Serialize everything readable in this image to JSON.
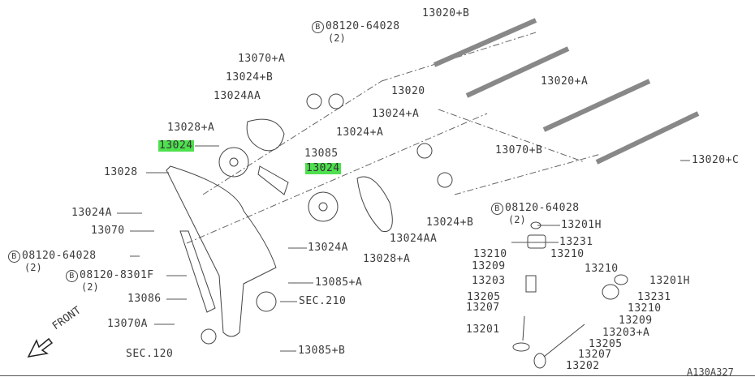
{
  "labels": {
    "l_08120_64028_top": "08120-64028",
    "q_top": "(2)",
    "l_13020_b": "13020+B",
    "l_13070_a": "13070+A",
    "l_13024_b_top": "13024+B",
    "l_13024aa_top": "13024AA",
    "l_13020": "13020",
    "l_13024_a_top": "13024+A",
    "l_13020_a": "13020+A",
    "l_13028_a_top": "13028+A",
    "l_13024_hl1": "13024",
    "l_13024_a_mid": "13024+A",
    "l_13070_b": "13070+B",
    "l_13085": "13085",
    "l_13024_hl2": "13024",
    "l_13020_c": "13020+C",
    "l_13028": "13028",
    "l_08120_64028_right": "08120-64028",
    "q_right": "(2)",
    "l_13024a_left": "13024A",
    "l_13024_b_mid": "13024+B",
    "l_13201h_1": "13201H",
    "l_13070": "13070",
    "l_13024aa_mid": "13024AA",
    "l_13231_1": "13231",
    "l_08120_64028_left": "08120-64028",
    "q_left": "(2)",
    "l_13210_1": "13210",
    "l_13210_2": "13210",
    "l_13024a_mid": "13024A",
    "l_13028_a_mid": "13028+A",
    "l_13209_1": "13209",
    "l_08120_8301f": "08120-8301F",
    "q_8301f": "(2)",
    "l_13203": "13203",
    "l_13210_3": "13210",
    "l_13201h_2": "13201H",
    "l_13085_a": "13085+A",
    "l_13231_2": "13231",
    "l_13205_1": "13205",
    "l_13086": "13086",
    "l_13207_1": "13207",
    "l_sec210": "SEC.210",
    "l_13210_4": "13210",
    "l_13209_2": "13209",
    "l_13070a": "13070A",
    "l_13201": "13201",
    "l_13203_a": "13203+A",
    "l_13205_2": "13205",
    "l_sec120": "SEC.120",
    "l_13085_b": "13085+B",
    "l_13207_2": "13207",
    "l_13202": "13202"
  },
  "bolt_symbol": "B",
  "front": "FRONT",
  "diagram_code": "A130A327",
  "highlight_color": "#4ee04e"
}
